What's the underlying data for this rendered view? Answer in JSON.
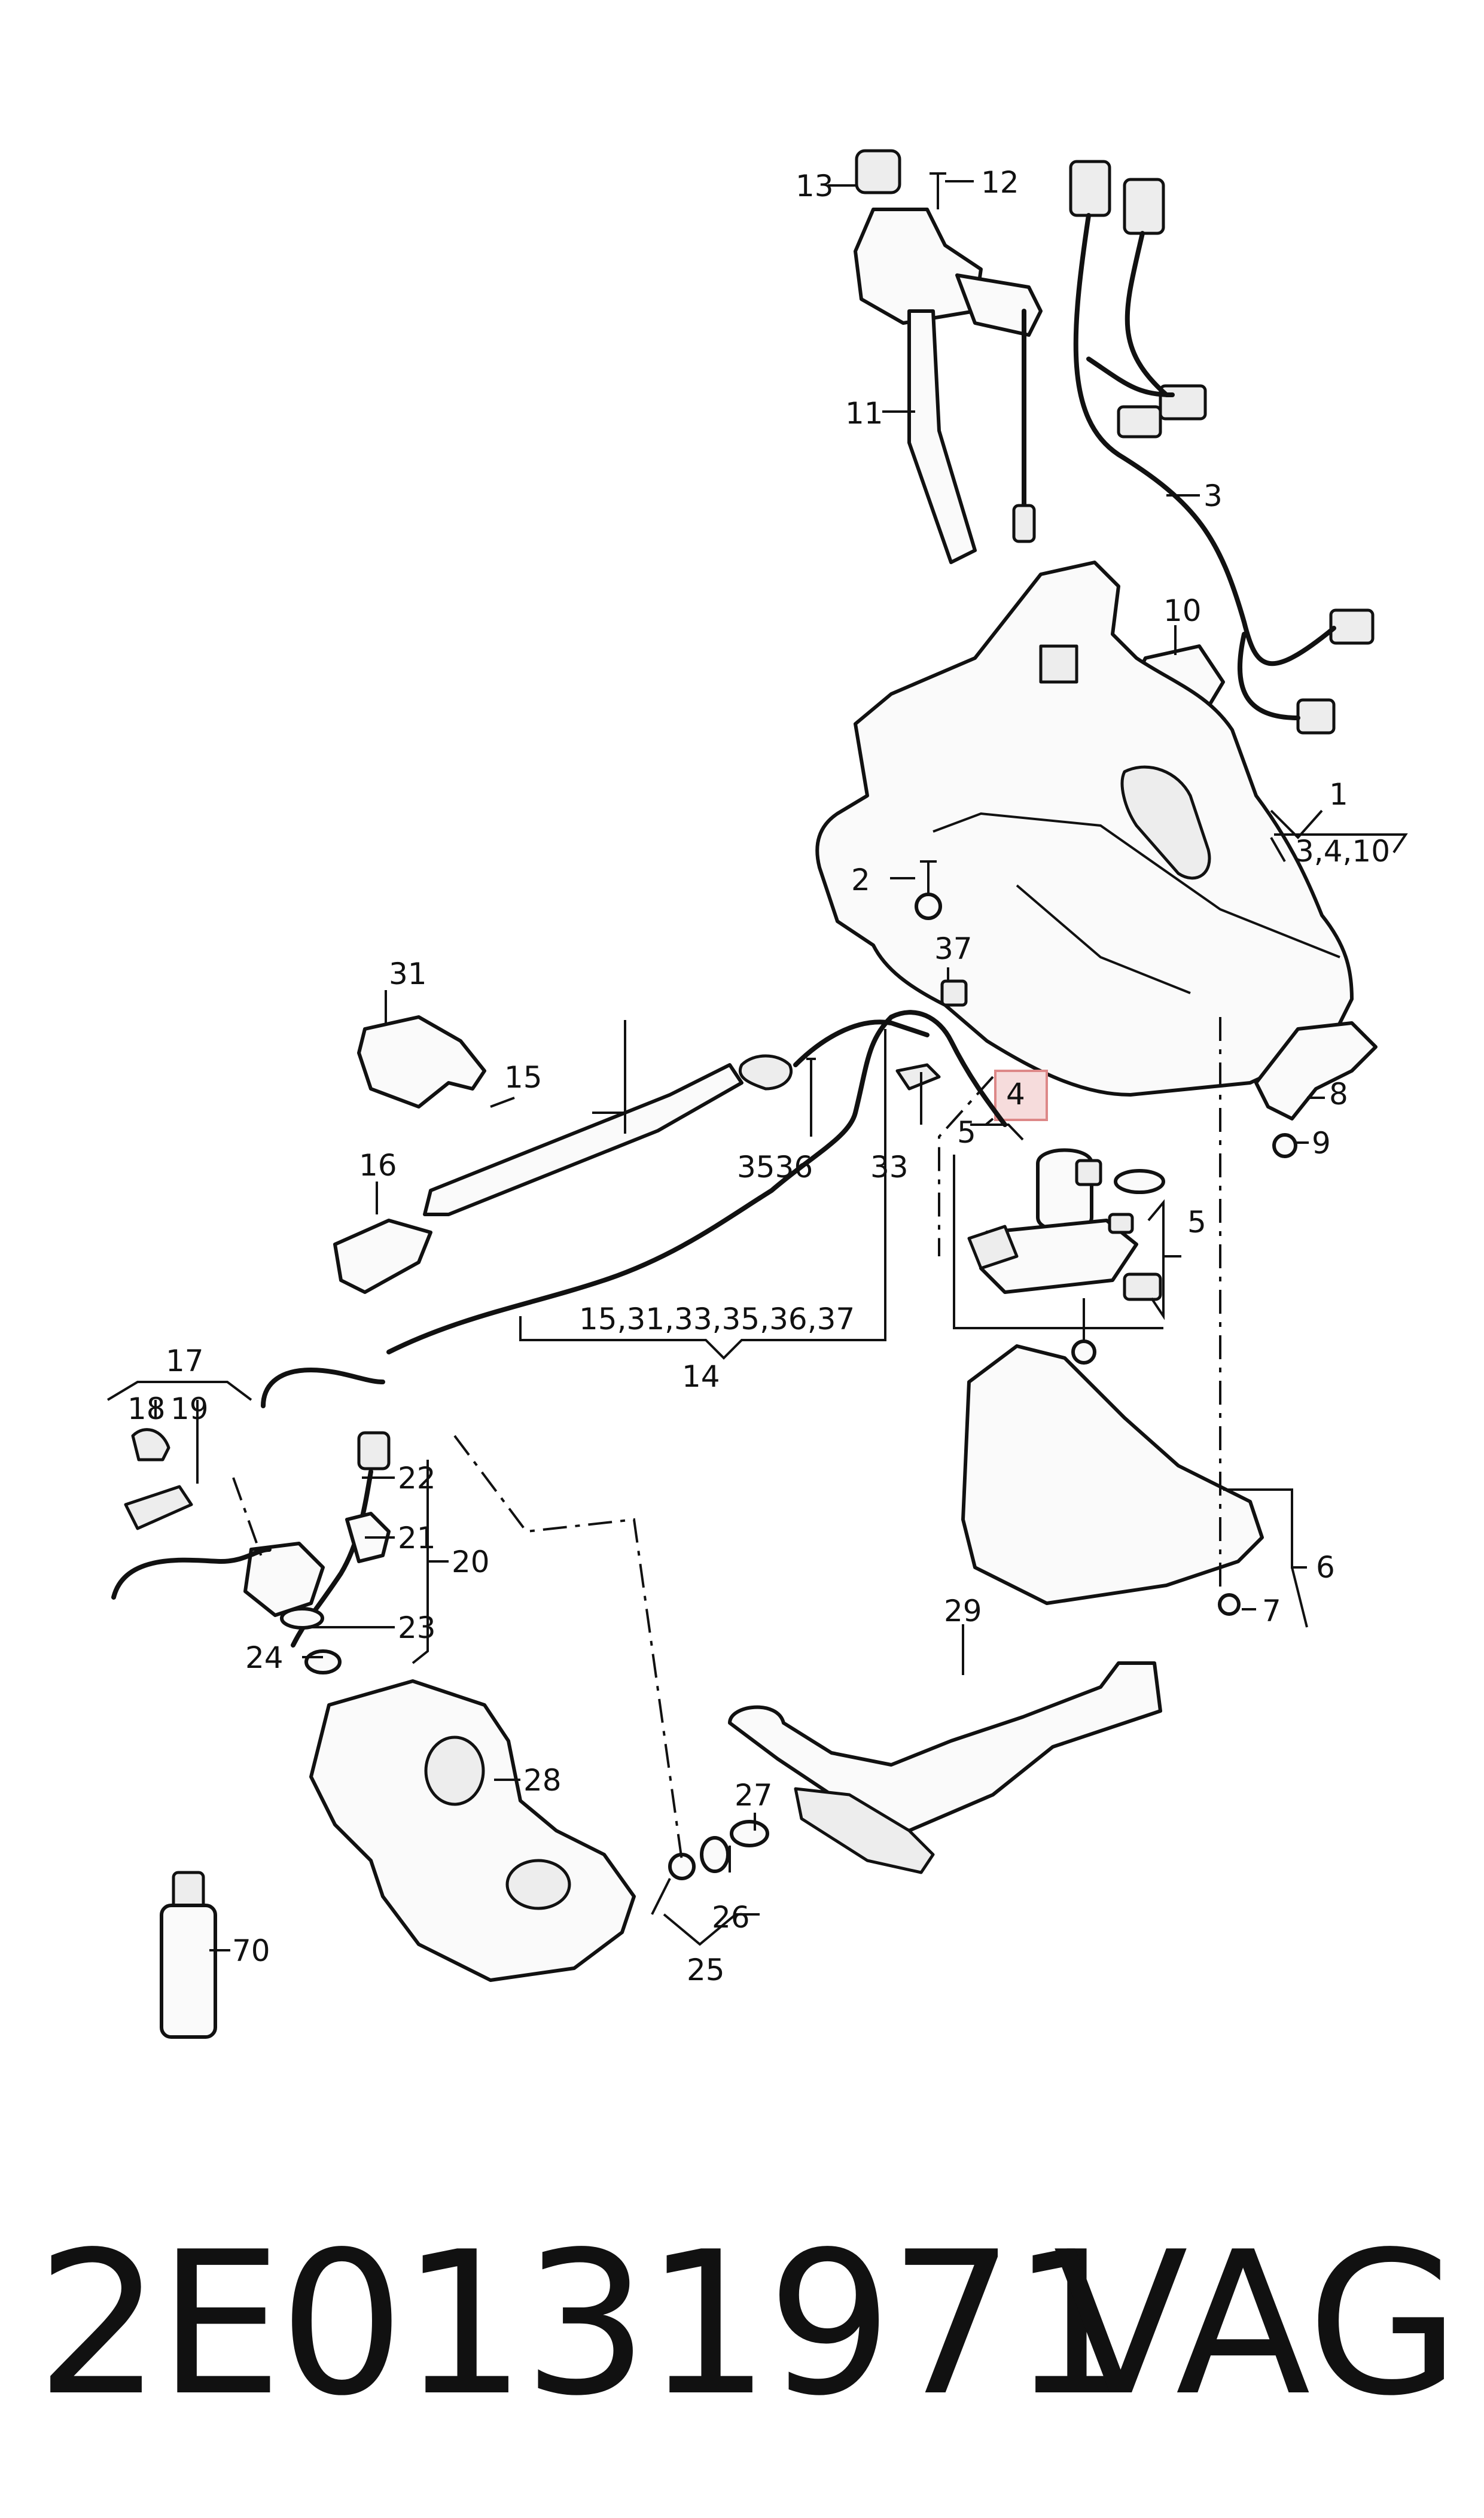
{
  "callouts": {
    "c1": "1",
    "c2": "2",
    "c3": "3",
    "c3410": "3,4,10",
    "c4": "4",
    "c5a": "5",
    "c5b": "5",
    "c6": "6",
    "c7": "7",
    "c8": "8",
    "c9": "9",
    "c10": "10",
    "c11": "11",
    "c12": "12",
    "c13": "13",
    "c14": "14",
    "c15": "15",
    "c15group": "15,31,33,35,36,37",
    "c16": "16",
    "c17": "17",
    "c18": "18",
    "c19": "19",
    "c20": "20",
    "c21": "21",
    "c22": "22",
    "c23": "23",
    "c24": "24",
    "c25": "25",
    "c26": "26",
    "c27": "27",
    "c28": "28",
    "c29": "29",
    "c31": "31",
    "c33": "33",
    "c3536": "3536",
    "c37": "37",
    "c70": "70"
  },
  "footer": {
    "part_number": "2E0131971",
    "brand": "VAG"
  },
  "colors": {
    "highlight_fill": "#f6dcdc",
    "highlight_stroke": "#dd8888",
    "ink": "#111111"
  }
}
